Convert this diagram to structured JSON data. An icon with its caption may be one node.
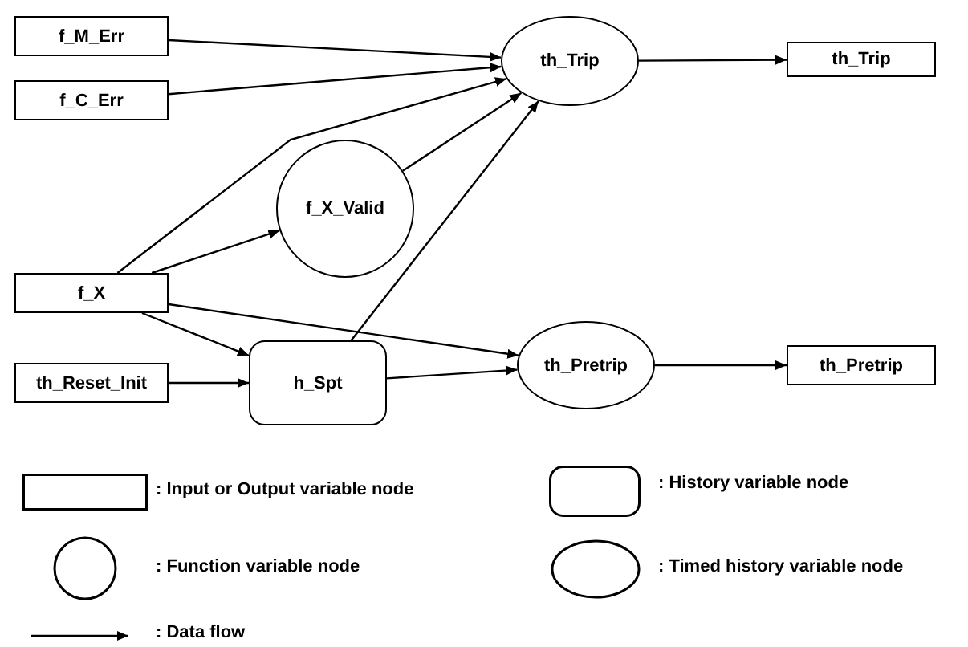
{
  "diagram": {
    "nodes": [
      {
        "text": [
          "f_M_Err"
        ]
      },
      {
        "text": [
          "f_C_Err"
        ]
      },
      {
        "text": [
          "f_X"
        ]
      },
      {
        "text": [
          "th_Reset_Init"
        ]
      },
      {
        "text": [
          "f_X_Valid"
        ]
      },
      {
        "text": [
          "h_Spt"
        ]
      },
      {
        "text": [
          "th_Trip"
        ]
      },
      {
        "text": [
          "th_Pretrip"
        ]
      },
      {
        "text": [
          "th_Trip"
        ]
      },
      {
        "text": [
          "th_Pretrip"
        ]
      }
    ],
    "edges": [
      {
        "from": 0,
        "to": 6,
        "arrow": "to"
      },
      {
        "from": 1,
        "to": 6,
        "arrow": "to"
      },
      {
        "from": 2,
        "to": 6,
        "arrow": "to"
      },
      {
        "from": 2,
        "to": 4,
        "arrow": "to"
      },
      {
        "from": 4,
        "to": 6,
        "arrow": "to"
      },
      {
        "from": 5,
        "to": 6,
        "arrow": "to"
      },
      {
        "from": 2,
        "to": 7,
        "arrow": "to"
      },
      {
        "from": 2,
        "to": 5,
        "arrow": "to"
      },
      {
        "from": 3,
        "to": 5,
        "arrow": "to"
      },
      {
        "from": 5,
        "to": 7,
        "arrow": "to"
      },
      {
        "from": 6,
        "to": 8,
        "arrow": "to"
      },
      {
        "from": 7,
        "to": 9,
        "arrow": "to"
      }
    ],
    "legend": [
      {
        "text": ": Input or Output variable node"
      },
      {
        "text": ": History variable node"
      },
      {
        "text": ": Function variable node"
      },
      {
        "text": ": Timed history variable node"
      },
      {
        "text": ": Data flow"
      }
    ]
  }
}
